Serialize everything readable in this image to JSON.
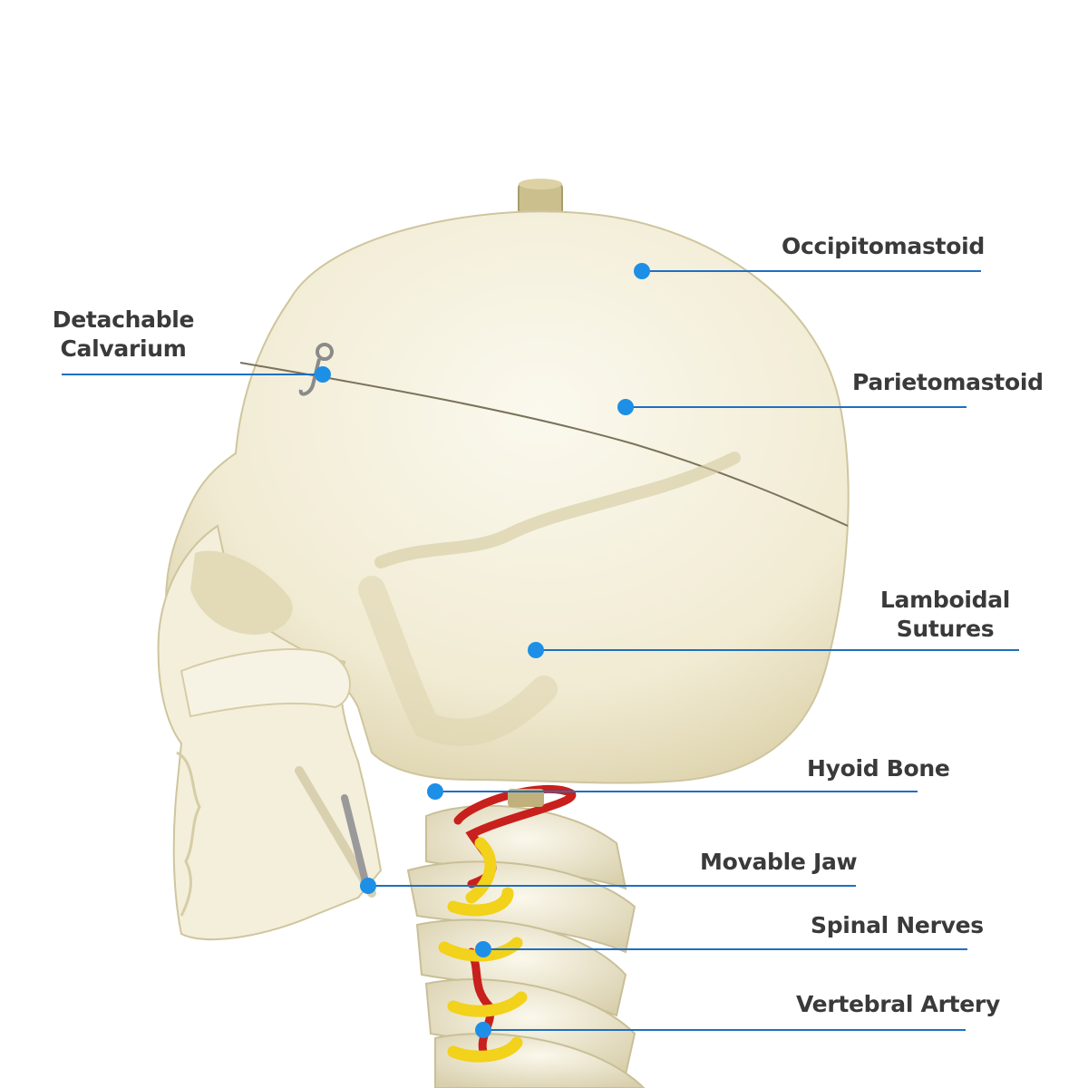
{
  "colors": {
    "leader": "#1e6fc2",
    "dot": "#1e8fe6",
    "bone": "#f3eed8",
    "bone_shadow": "#d9d0b0",
    "artery": "#c8201c",
    "nerve": "#f2d21a",
    "peg": "#cbbf8e",
    "text": "#3a3a3a"
  },
  "labels": {
    "occipitomastoid": "Occipitomastoid",
    "calvarium_line1": "Detachable",
    "calvarium_line2": "Calvarium",
    "parietomastoid": "Parietomastoid",
    "lamboidal_line1": "Lamboidal",
    "lamboidal_line2": "Sutures",
    "hyoid": "Hyoid Bone",
    "jaw": "Movable Jaw",
    "nerves": "Spinal Nerves",
    "artery": "Vertebral Artery"
  },
  "icons": [
    "leader-dot"
  ]
}
